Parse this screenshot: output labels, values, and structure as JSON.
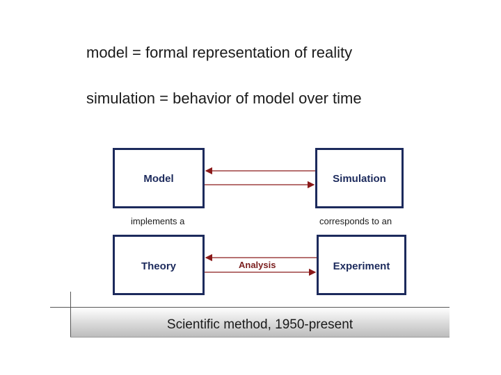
{
  "definitions": {
    "model_line": "model = formal representation of reality",
    "simulation_line": "simulation = behavior of model over time"
  },
  "diagram": {
    "boxes": {
      "model": "Model",
      "simulation": "Simulation",
      "theory": "Theory",
      "experiment": "Experiment"
    },
    "captions": {
      "implements": "implements a",
      "corresponds": "corresponds to an"
    },
    "analysis_label": "Analysis"
  },
  "footer": {
    "caption": "Scientific method, 1950-present"
  }
}
